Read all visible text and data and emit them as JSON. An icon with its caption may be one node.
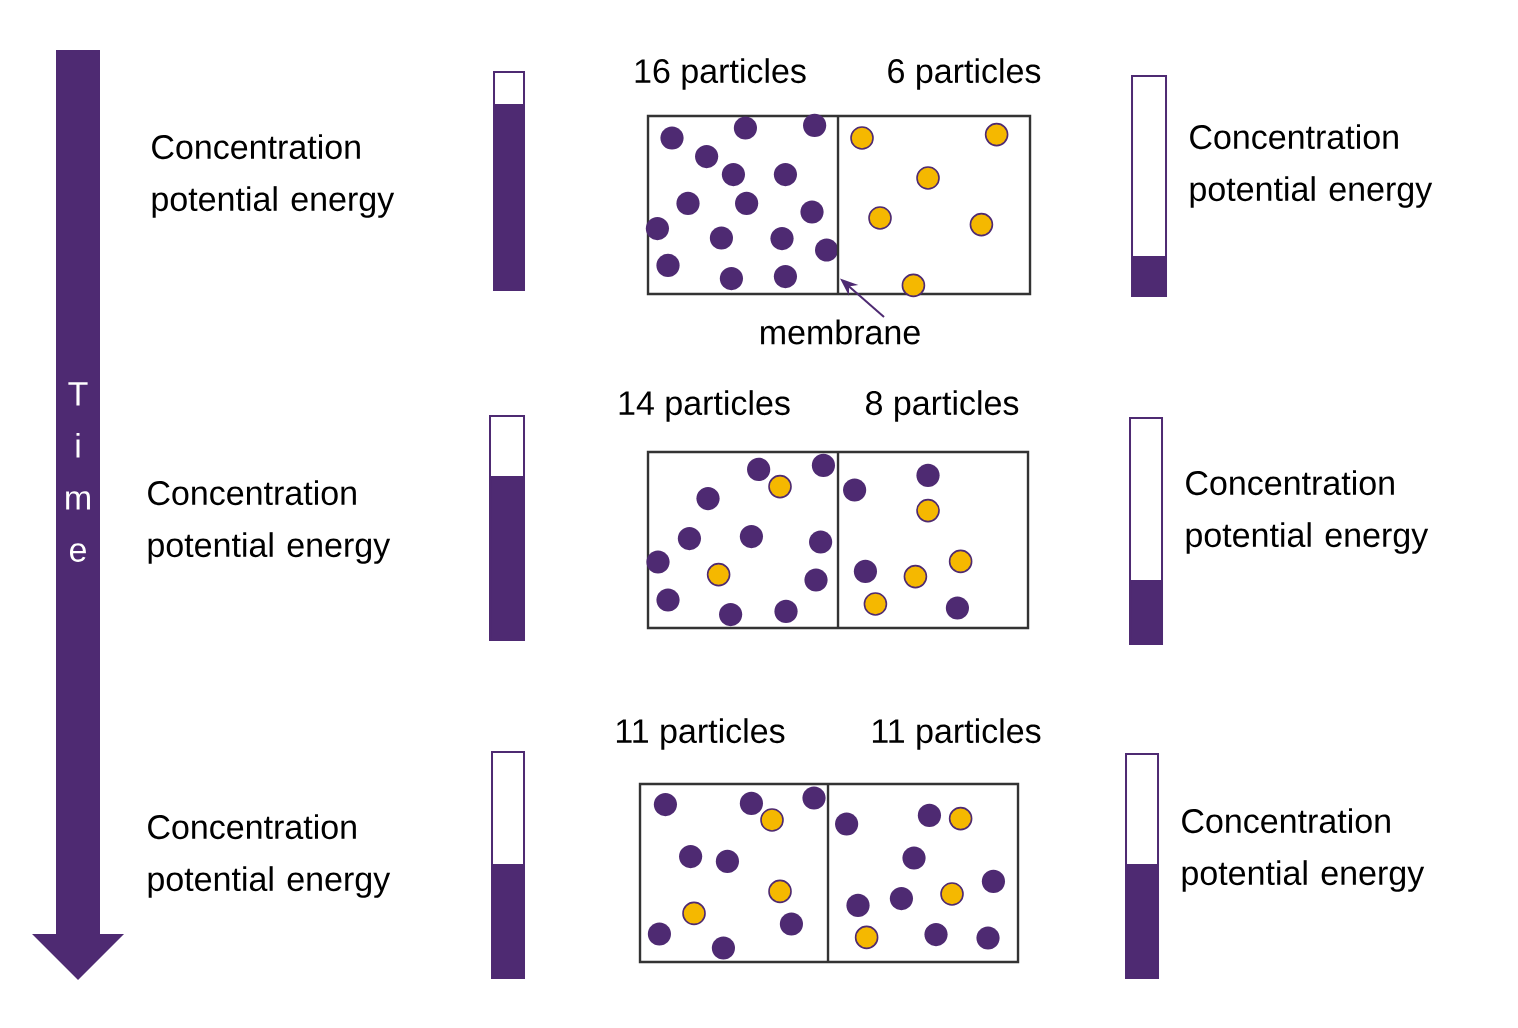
{
  "diagram": {
    "nodes": [
      {
        "text": [
          "Time"
        ]
      },
      {
        "text": [
          "membrane"
        ]
      },
      {
        "text": [],
        "shape": "line"
      }
    ],
    "edges": [
      {
        "from": 1,
        "to": 2,
        "arrow": "to"
      }
    ],
    "labels": [
      "16 particles",
      "6 particles",
      "Concentration potential energy",
      "Concentration potential energy",
      "14 particles",
      "8 particles",
      "Concentration potential energy",
      "Concentration potential energy",
      "11 particles",
      "11 particles",
      "Concentration potential energy",
      "Concentration potential energy"
    ]
  }
}
